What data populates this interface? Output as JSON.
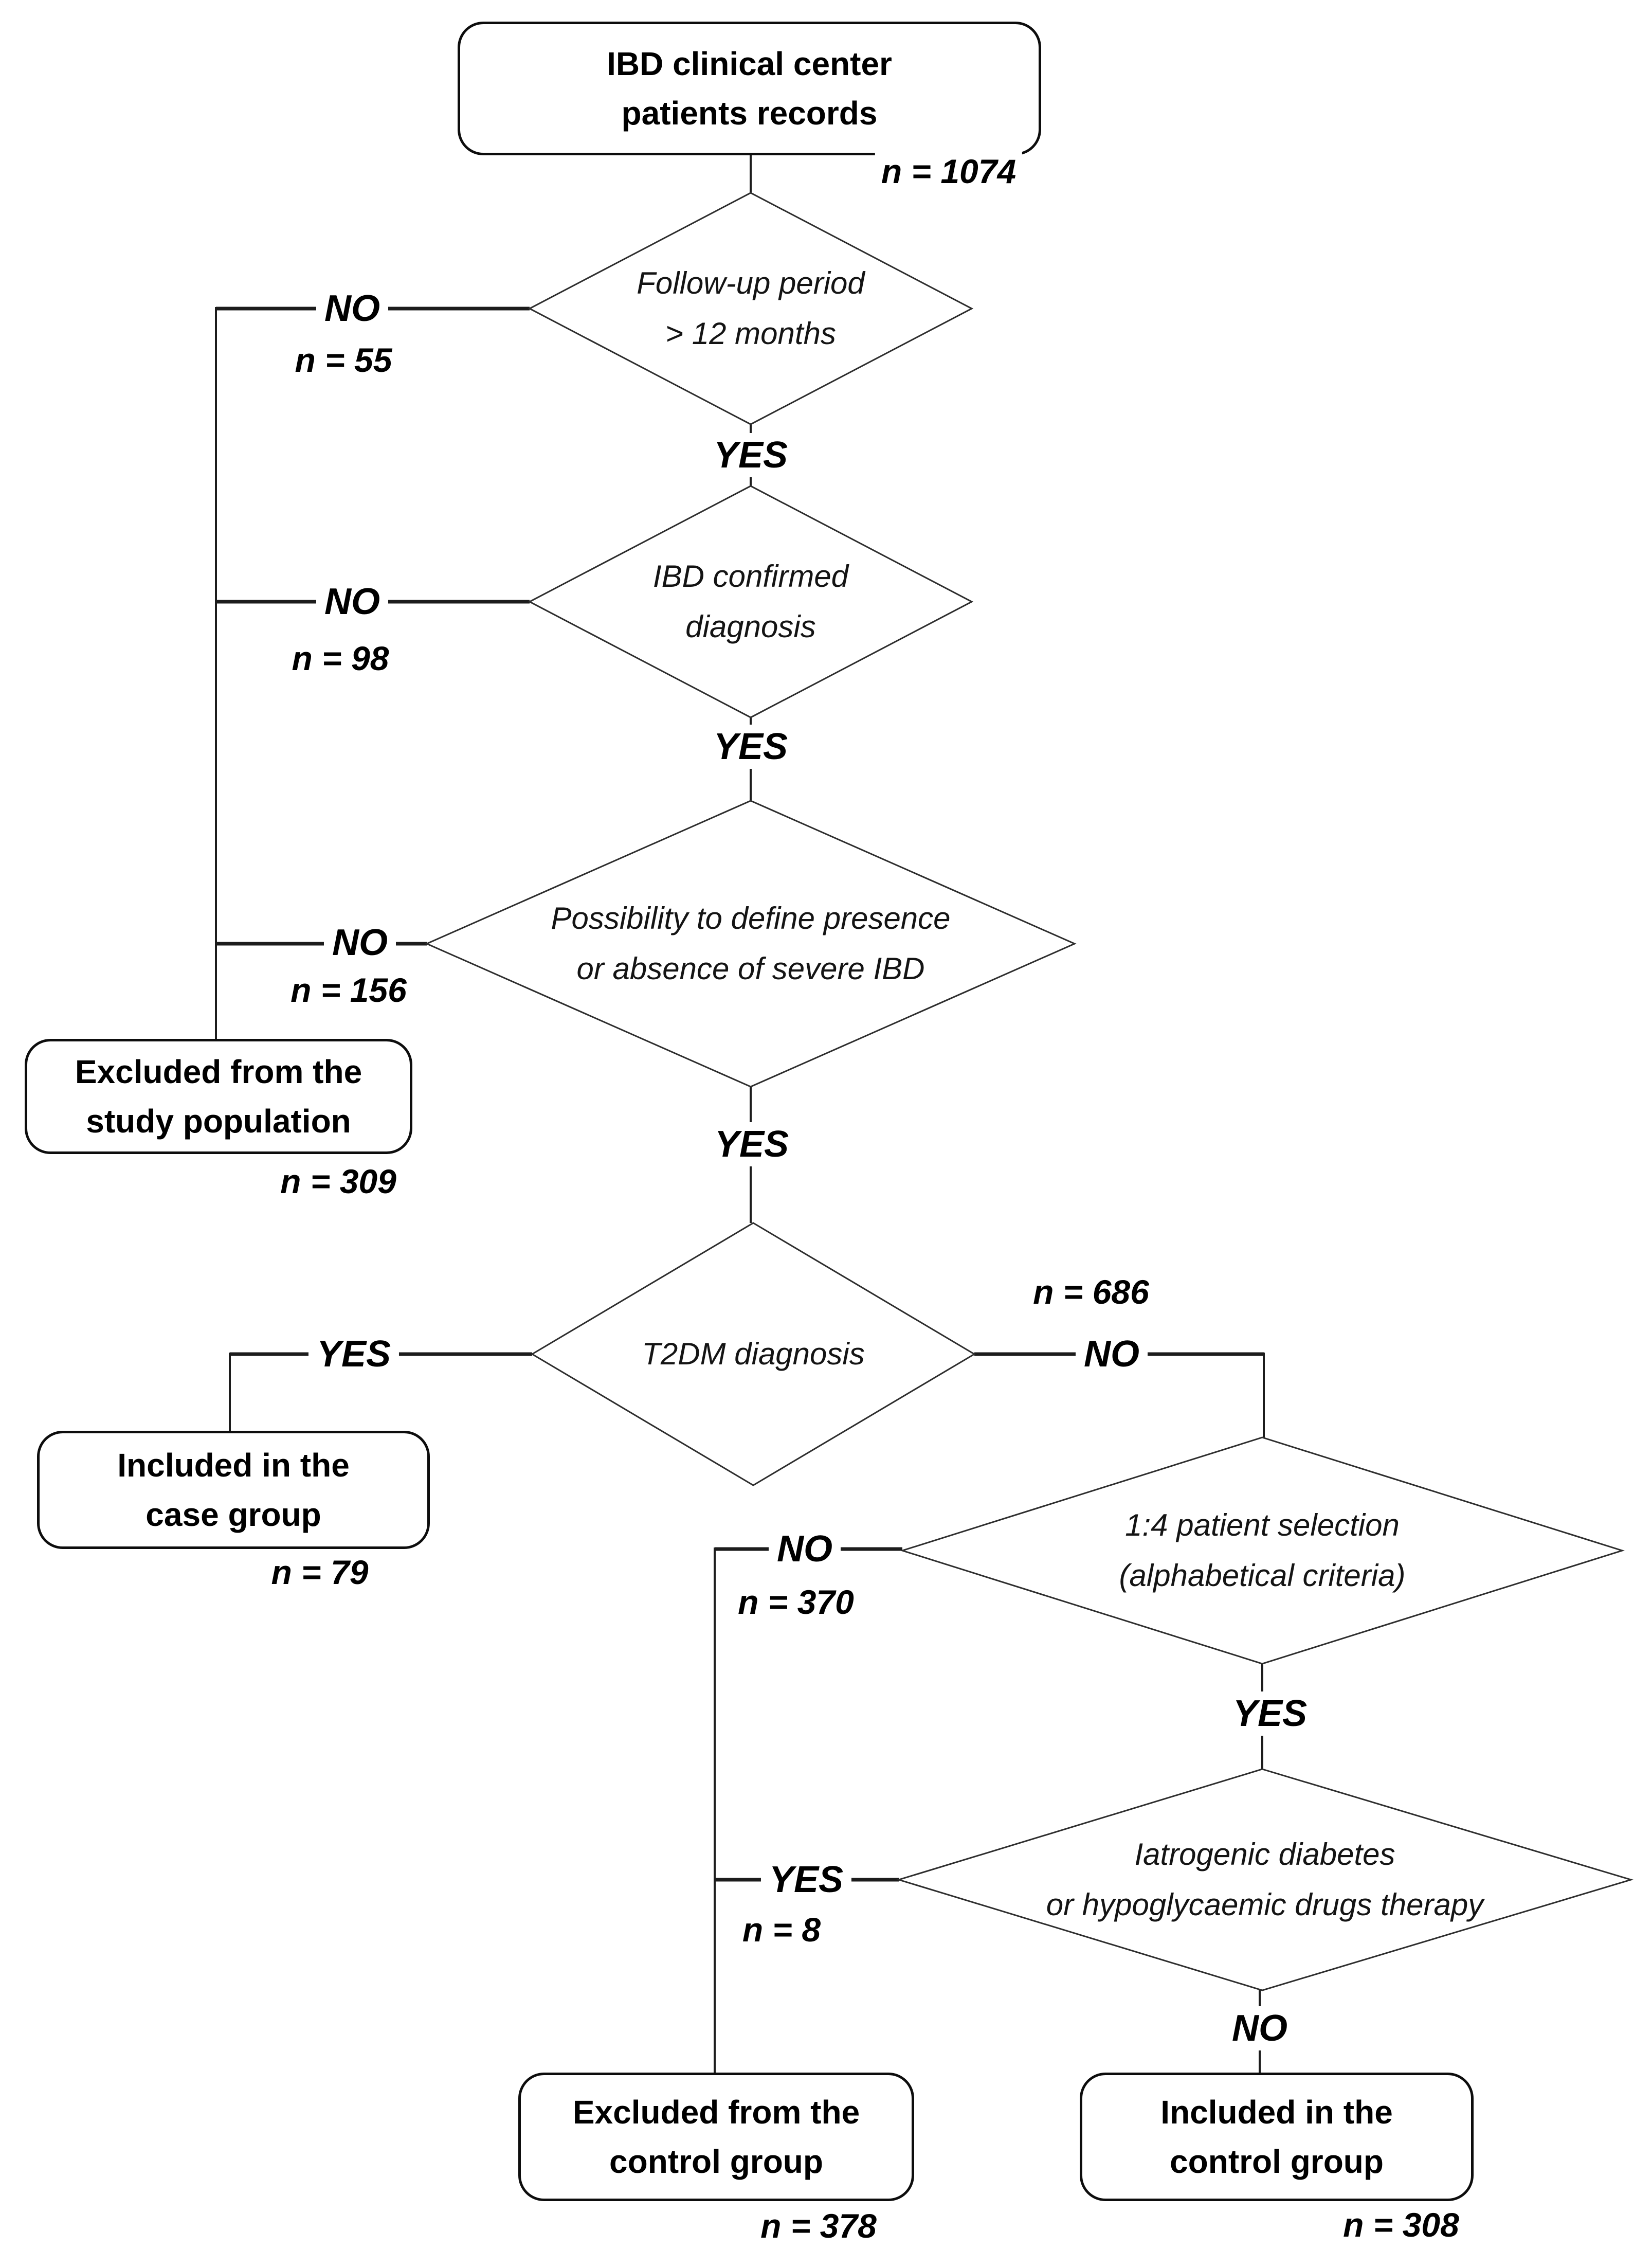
{
  "diagram": {
    "background_color": "#ffffff",
    "line_color": "#1c1c1c",
    "text_color": "#000000",
    "boxes": {
      "records": {
        "line1": "IBD clinical center",
        "line2": "patients records",
        "count": "n = 1074"
      },
      "excluded_study": {
        "line1": "Excluded from the",
        "line2": "study population",
        "count": "n = 309"
      },
      "included_case": {
        "line1": "Included in the",
        "line2": "case group",
        "count": "n = 79"
      },
      "excluded_control": {
        "line1": "Excluded from the",
        "line2": "control group",
        "count": "n = 378"
      },
      "included_control": {
        "line1": "Included in the",
        "line2": "control group",
        "count": "n = 308"
      }
    },
    "decisions": {
      "followup": {
        "line1": "Follow-up period",
        "line2": "> 12 months",
        "no_label": "NO",
        "no_count": "n = 55",
        "yes_label": "YES"
      },
      "ibd_confirmed": {
        "line1": "IBD confirmed",
        "line2": "diagnosis",
        "no_label": "NO",
        "no_count": "n = 98",
        "yes_label": "YES"
      },
      "severe_ibd": {
        "line1": "Possibility to define presence",
        "line2": "or absence of severe IBD",
        "no_label": "NO",
        "no_count": "n = 156",
        "yes_label": "YES"
      },
      "t2dm": {
        "line1": "T2DM diagnosis",
        "yes_label": "YES",
        "no_label": "NO",
        "no_count": "n = 686"
      },
      "selection": {
        "line1": "1:4 patient selection",
        "line2": "(alphabetical criteria)",
        "no_label": "NO",
        "no_count": "n = 370",
        "yes_label": "YES"
      },
      "iatrogenic": {
        "line1": "Iatrogenic diabetes",
        "line2": "or hypoglycaemic drugs therapy",
        "yes_label": "YES",
        "yes_count": "n = 8",
        "no_label": "NO"
      }
    }
  }
}
